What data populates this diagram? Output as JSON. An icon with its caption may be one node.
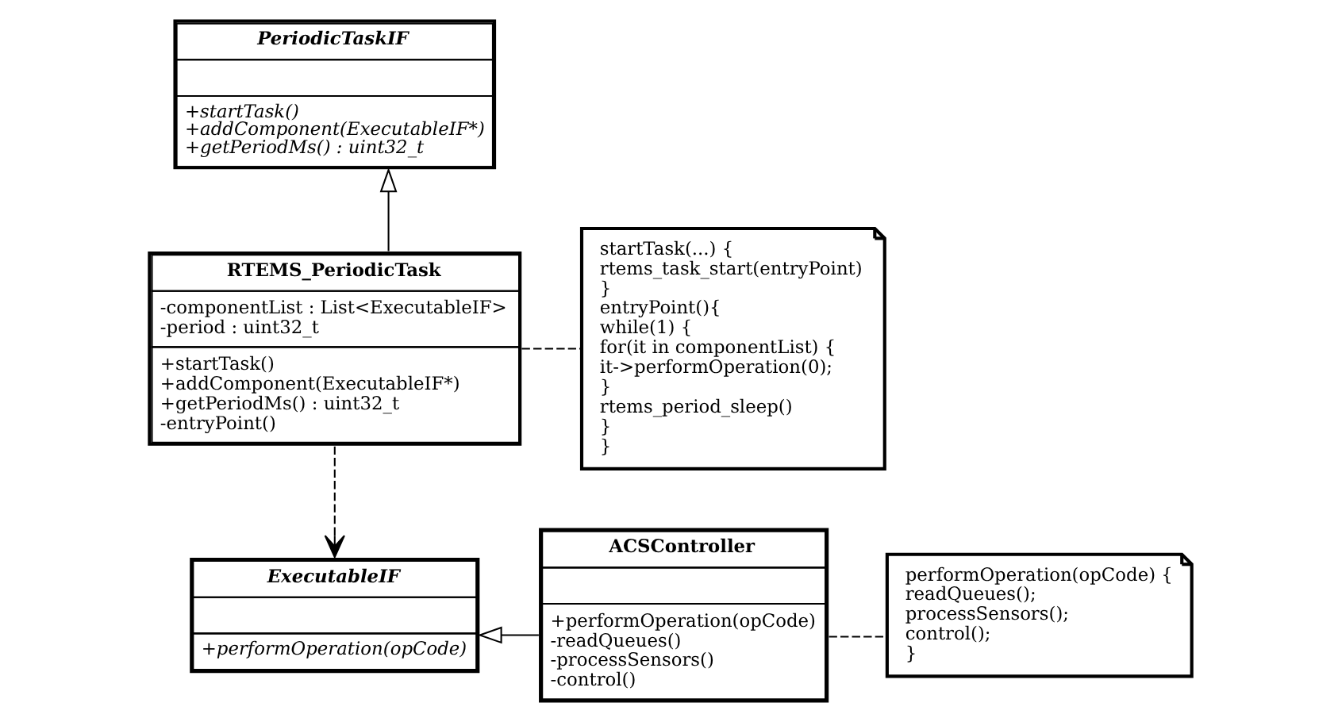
{
  "diagram": {
    "nodes": [
      {
        "text": [
          "PeriodicTaskIF",
          "+startTask()",
          "+addComponent(ExecutableIF*)",
          "+getPeriodMs() : uint32_t"
        ]
      },
      {
        "text": [
          "RTEMS_PeriodicTask",
          "-componentList : List<ExecutableIF>",
          "-period : uint32_t",
          "+startTask()",
          "+addComponent(ExecutableIF*)",
          "+getPeriodMs() : uint32_t",
          "-entryPoint()"
        ]
      },
      {
        "text": [
          "startTask(...) {",
          "rtems_task_start(entryPoint)",
          "}",
          "entryPoint(){",
          "while(1) {",
          "for(it in componentList) {",
          "it->performOperation(0);",
          "}",
          "rtems_period_sleep()",
          "}",
          "}"
        ]
      },
      {
        "text": [
          "ExecutableIF",
          "+performOperation(opCode)"
        ]
      },
      {
        "text": [
          "ACSController",
          "+performOperation(opCode)",
          "-readQueues()",
          "-processSensors()",
          "-control()"
        ]
      },
      {
        "text": [
          "performOperation(opCode) {",
          "readQueues();",
          "processSensors();",
          "control();",
          "}"
        ]
      }
    ],
    "edges": [
      {
        "from": 1,
        "to": 0,
        "arrow": "to"
      },
      {
        "from": 1,
        "to": 2,
        "arrow": "none",
        "style": "dashed"
      },
      {
        "from": 1,
        "to": 3,
        "arrow": "to",
        "style": "dashed"
      },
      {
        "from": 4,
        "to": 3,
        "arrow": "to"
      },
      {
        "from": 4,
        "to": 5,
        "arrow": "none",
        "style": "dashed"
      }
    ]
  }
}
